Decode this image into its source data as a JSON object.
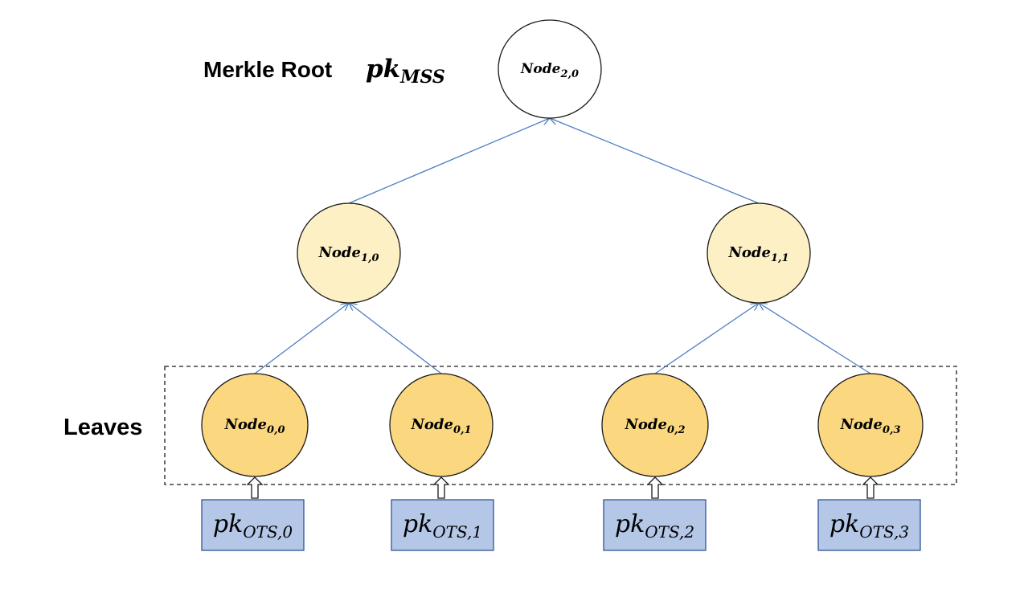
{
  "labels": {
    "merkle_root": "Merkle Root",
    "root_pk_base": "pk",
    "root_pk_sub": "MSS",
    "leaves": "Leaves"
  },
  "node_prefix": "Node",
  "nodes": [
    {
      "id": "n20",
      "sub": "2,0",
      "kind": "root"
    },
    {
      "id": "n10",
      "sub": "1,0",
      "kind": "internal"
    },
    {
      "id": "n11",
      "sub": "1,1",
      "kind": "internal"
    },
    {
      "id": "n00",
      "sub": "0,0",
      "kind": "leaf"
    },
    {
      "id": "n01",
      "sub": "0,1",
      "kind": "leaf"
    },
    {
      "id": "n02",
      "sub": "0,2",
      "kind": "leaf"
    },
    {
      "id": "n03",
      "sub": "0,3",
      "kind": "leaf"
    }
  ],
  "edges": [
    {
      "from": "n10",
      "to": "n20"
    },
    {
      "from": "n11",
      "to": "n20"
    },
    {
      "from": "n00",
      "to": "n10"
    },
    {
      "from": "n01",
      "to": "n10"
    },
    {
      "from": "n02",
      "to": "n11"
    },
    {
      "from": "n03",
      "to": "n11"
    }
  ],
  "pk_boxes": [
    {
      "base": "pk",
      "sub": "OTS,0",
      "leaf": "n00"
    },
    {
      "base": "pk",
      "sub": "OTS,1",
      "leaf": "n01"
    },
    {
      "base": "pk",
      "sub": "OTS,2",
      "leaf": "n02"
    },
    {
      "base": "pk",
      "sub": "OTS,3",
      "leaf": "n03"
    }
  ],
  "colors": {
    "root_fill": "#ffffff",
    "internal_fill": "#fdf0c4",
    "leaf_fill": "#fbd77f",
    "node_stroke": "#1a1a1a",
    "edge": "#4f7ec2",
    "pk_fill": "#b4c7e7",
    "pk_stroke": "#2f5597",
    "dash": "#1a1a1a"
  }
}
